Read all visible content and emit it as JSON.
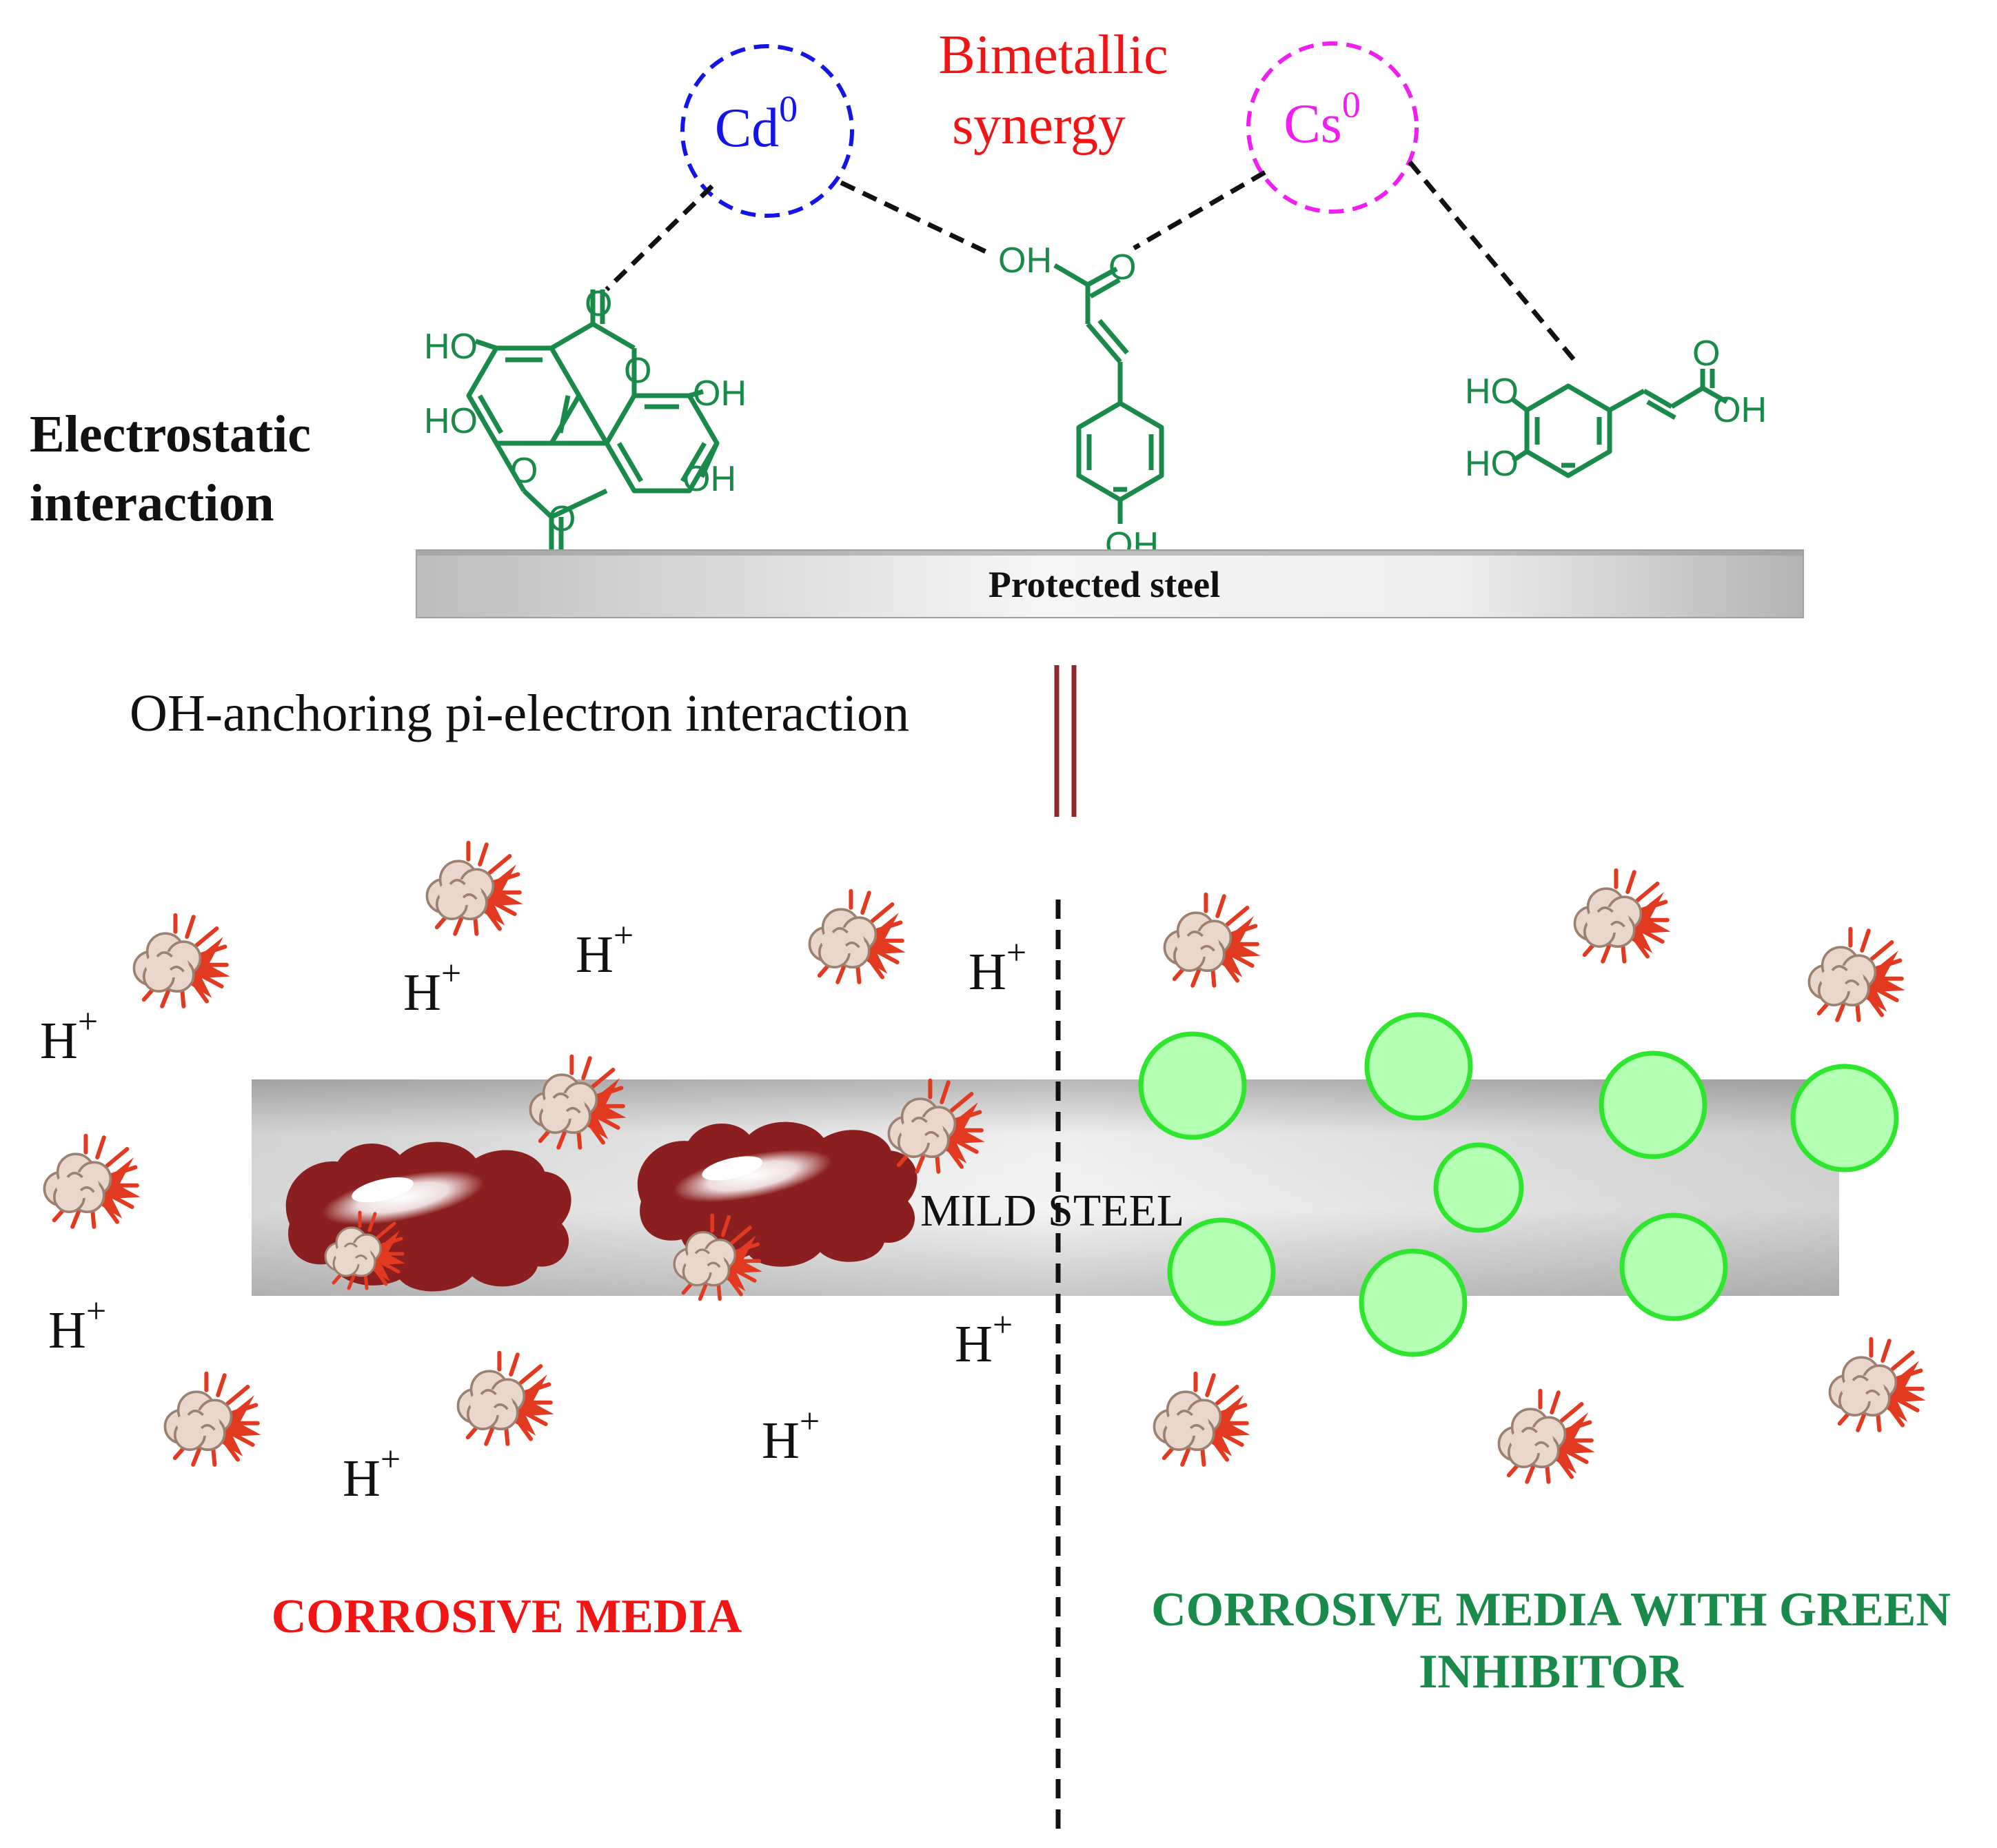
{
  "top": {
    "bimetallic_line1": "Bimetallic",
    "bimetallic_line2": "synergy",
    "cd_base": "Cd",
    "cd_sup": "0",
    "cs_base": "Cs",
    "cs_sup": "0",
    "electrostatic_line1": "Electrostatic",
    "electrostatic_line2": "interaction",
    "protected_steel": "Protected steel",
    "oh_anchoring": "OH-anchoring pi-electron interaction"
  },
  "molecules": {
    "ellagic": {
      "ho1": "HO",
      "ho2": "HO",
      "oh1": "OH",
      "oh2": "OH",
      "o_top": "O",
      "o_bottom": "O",
      "o_ring1": "O",
      "o_ring2": "O"
    },
    "coumaric": {
      "oh_acid": "OH",
      "o_carbonyl": "O",
      "oh_phenol": "OH"
    },
    "caffeic": {
      "ho1": "HO",
      "ho2": "HO",
      "o_carbonyl": "O",
      "oh_acid": "OH"
    }
  },
  "bottom": {
    "mild_steel": "MILD STEEL",
    "h_base": "H",
    "h_sup": "+",
    "corrosive_media": "CORROSIVE MEDIA",
    "green_line1": "CORROSIVE MEDIA WITH GREEN",
    "green_line2": "INHIBITOR"
  },
  "colors": {
    "molecule": "#1a8a4a",
    "cd_circle": "#1414e6",
    "cs_circle": "#f01ef0",
    "bimetallic": "#f01414",
    "corrosive": "#f01414",
    "green_title": "#1a8a4a",
    "inhibitor_fill": "#b3ffb3",
    "inhibitor_stroke": "#2ee62e",
    "rust": "#8b1e1e",
    "divider": "#8b2a2a"
  }
}
